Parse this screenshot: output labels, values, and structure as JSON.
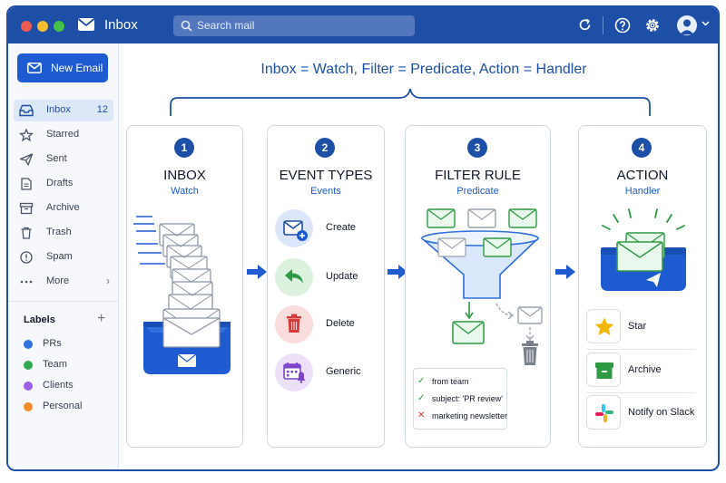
{
  "app": {
    "title": "Inbox",
    "search_placeholder": "Search mail"
  },
  "colors": {
    "titlebar": "#1e4fa6",
    "accent": "#1e5bd0",
    "dot_red": "#ec5b4f",
    "dot_yellow": "#f5bd31",
    "dot_green": "#45c146"
  },
  "icons": {
    "app": "envelope-icon",
    "refresh": "refresh-icon",
    "help": "help-icon",
    "settings": "gear-icon",
    "account": "avatar-icon"
  },
  "sidebar": {
    "new_email": "New Email",
    "items": [
      {
        "label": "Inbox",
        "count": "12",
        "icon": "inbox-icon"
      },
      {
        "label": "Starred",
        "icon": "star-icon"
      },
      {
        "label": "Sent",
        "icon": "send-icon"
      },
      {
        "label": "Drafts",
        "icon": "draft-icon"
      },
      {
        "label": "Archive",
        "icon": "archive-icon"
      },
      {
        "label": "Trash",
        "icon": "trash-icon"
      },
      {
        "label": "Spam",
        "icon": "spam-icon"
      },
      {
        "label": "More",
        "icon": "more-icon"
      }
    ],
    "labels_heading": "Labels",
    "labels": [
      {
        "name": "PRs",
        "color": "#2f6fde"
      },
      {
        "name": "Team",
        "color": "#2fa84f"
      },
      {
        "name": "Clients",
        "color": "#9b5de5"
      },
      {
        "name": "Personal",
        "color": "#f28c28"
      }
    ]
  },
  "main": {
    "headline": "Inbox = Watch, Filter = Predicate, Action = Handler",
    "steps": [
      {
        "number": "1",
        "title": "INBOX",
        "subtitle": "Watch"
      },
      {
        "number": "2",
        "title": "EVENT TYPES",
        "subtitle": "Events"
      },
      {
        "number": "3",
        "title": "FILTER RULE",
        "subtitle": "Predicate"
      },
      {
        "number": "4",
        "title": "ACTION",
        "subtitle": "Handler"
      }
    ],
    "events": [
      "Create",
      "Update",
      "Delete",
      "Generic"
    ],
    "filter_conditions": [
      {
        "mark": "✓",
        "text": "from team"
      },
      {
        "mark": "✓",
        "text": "subject: 'PR review'"
      },
      {
        "mark": "✕",
        "text": "marketing newsletter"
      }
    ],
    "actions": [
      "Star",
      "Archive",
      "Notify on Slack"
    ]
  }
}
